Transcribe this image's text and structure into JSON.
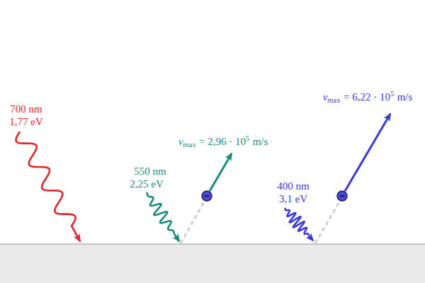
{
  "diagram": {
    "labels": [
      "700 nm",
      "1,77 eV",
      "550 nm",
      "2,25 eV",
      "v",
      "max",
      "= 2,96 · 10",
      "5",
      "m/s",
      "400 nm",
      "3,1 eV",
      "v",
      "max",
      "= 6,22 · 10",
      "5",
      "m/s"
    ]
  }
}
